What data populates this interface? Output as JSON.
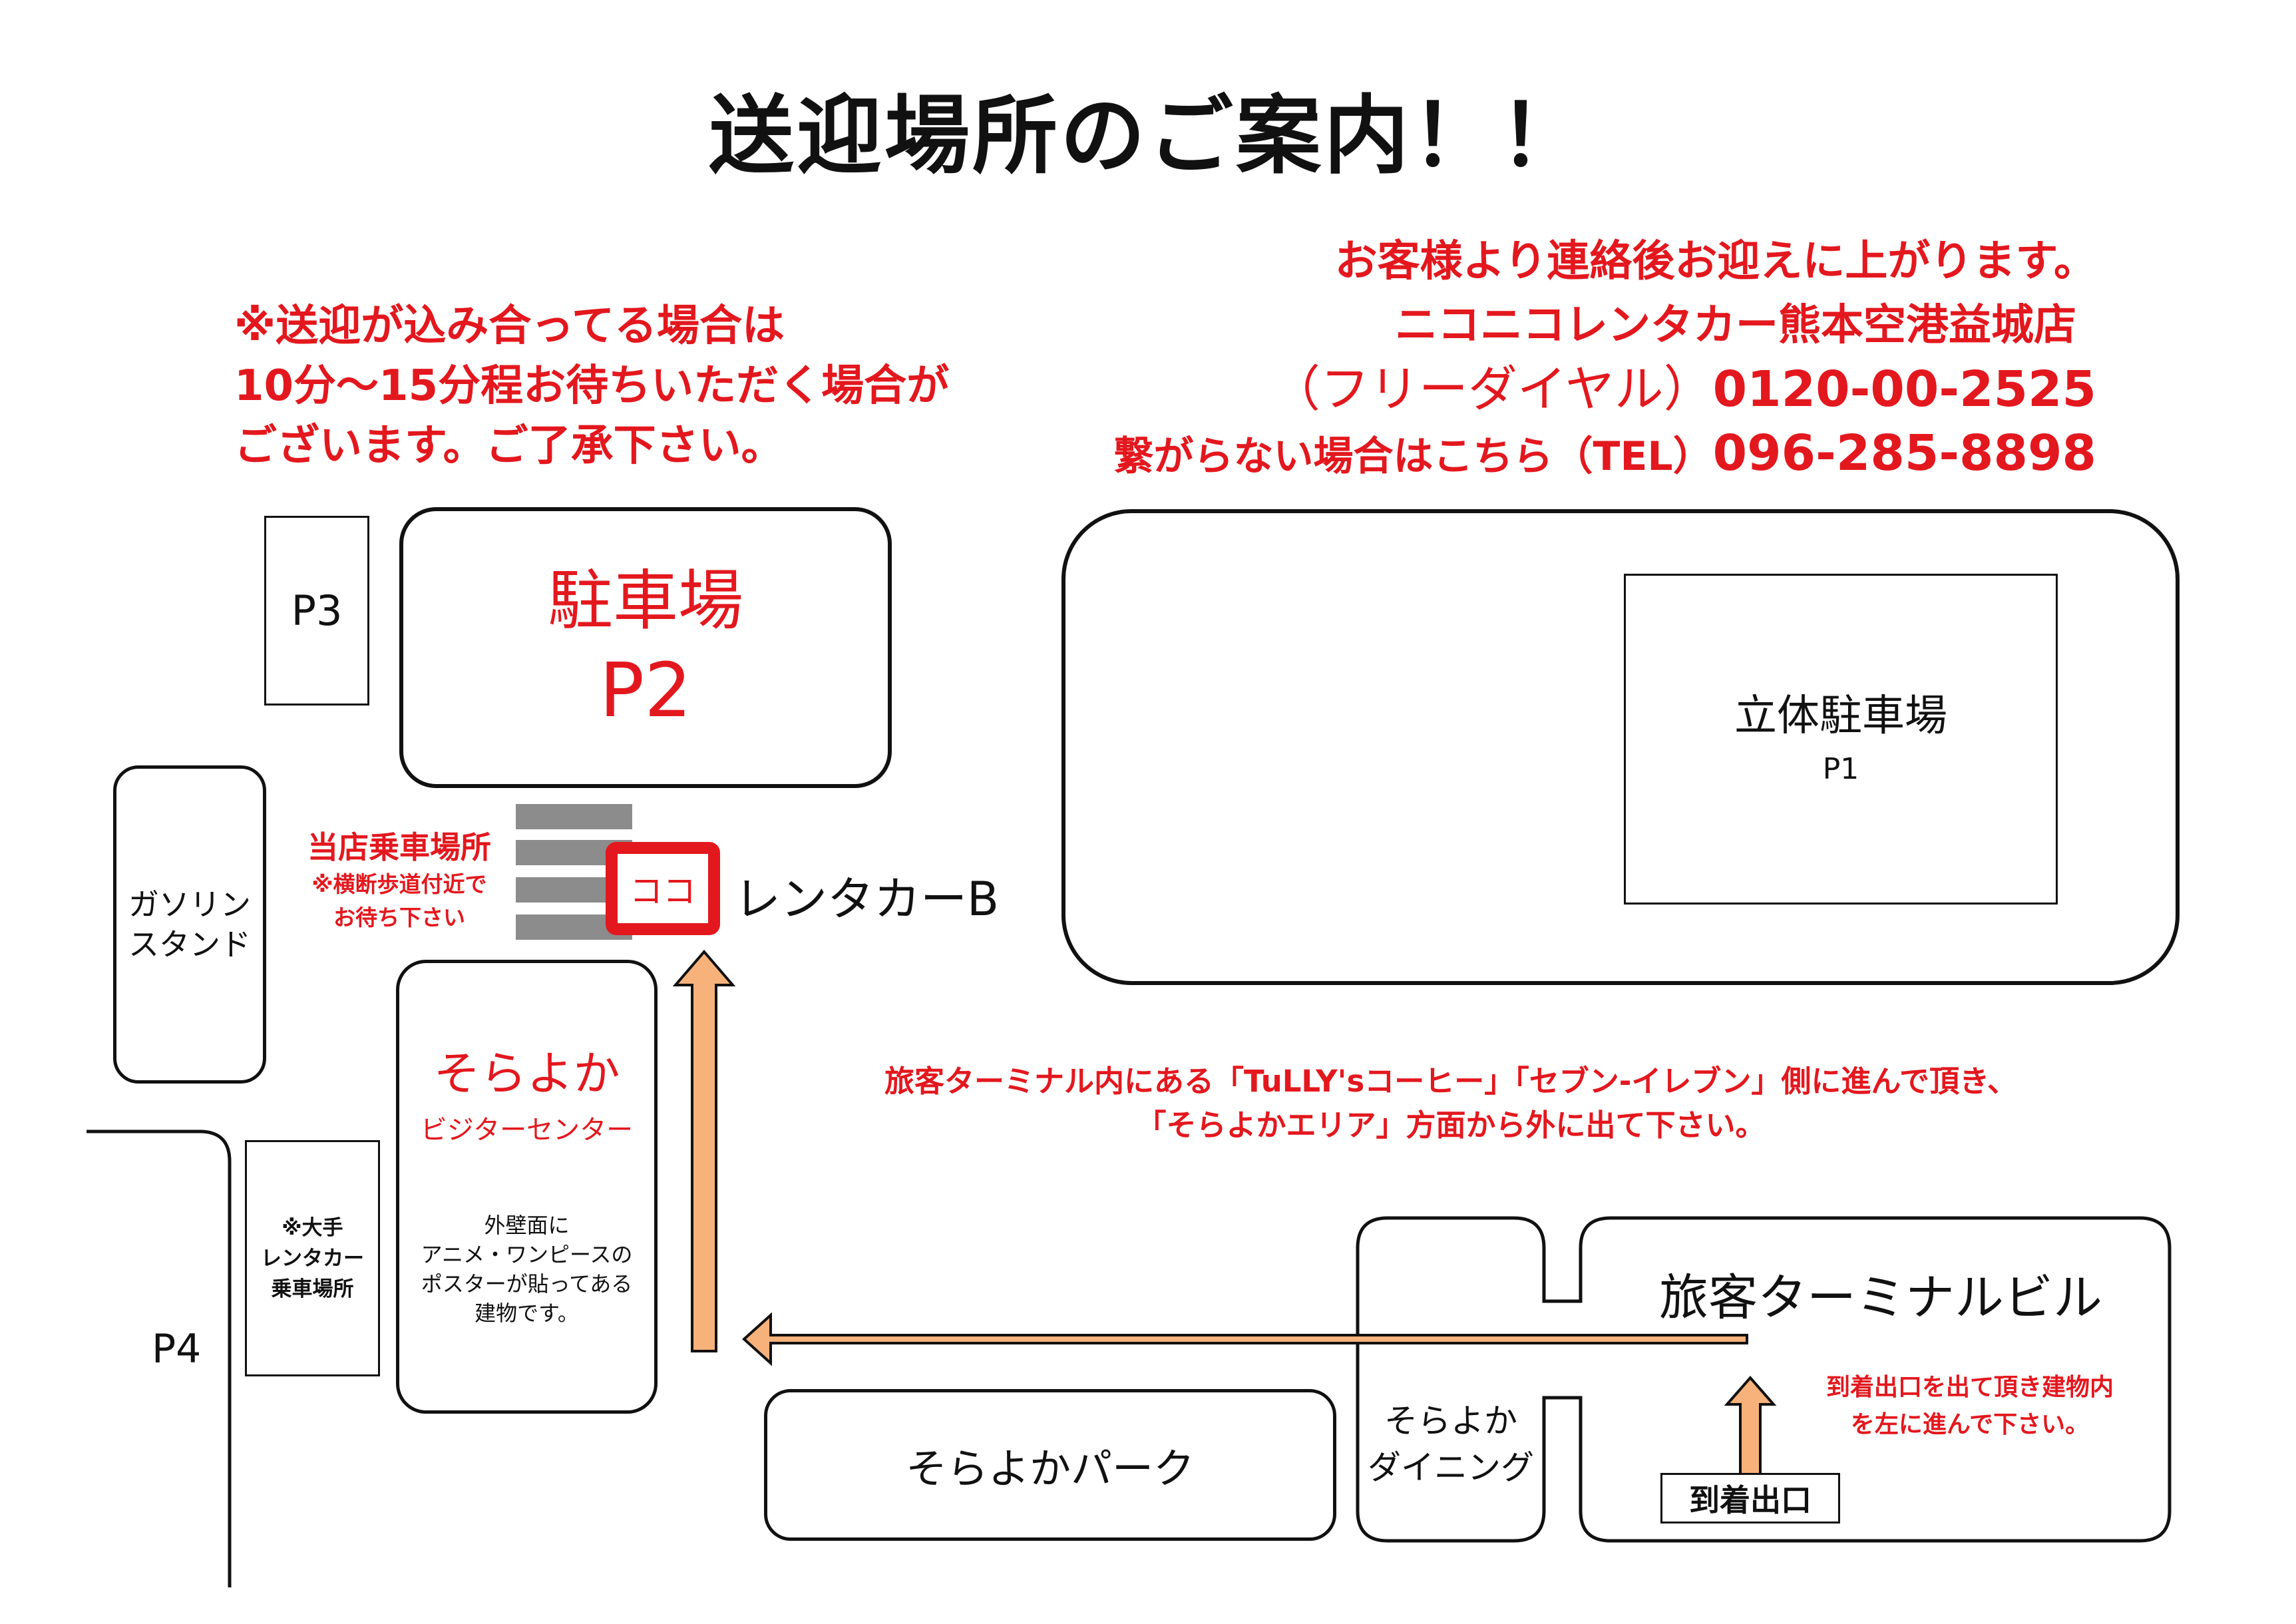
{
  "title": "送迎場所のご案内！！",
  "notice_left": {
    "lines": [
      "※送迎が込み合ってる場合は",
      "10分〜15分程お待ちいただく場合が",
      "ございます。ご了承下さい。"
    ]
  },
  "notice_right": {
    "line1": "お客様より連絡後お迎えに上がります。",
    "line2": "ニコニコレンタカー熊本空港益城店",
    "freedial_label": "（フリーダイヤル）",
    "freedial_number": "0120-00-2525",
    "tel_label": "繋がらない場合はこちら（TEL）",
    "tel_number": "096-285-8898"
  },
  "map": {
    "p3": "P3",
    "parking_p2": {
      "line1": "駐車場",
      "line2": "P2"
    },
    "parking_p1": {
      "name": "立体駐車場",
      "code": "P1"
    },
    "gas_station": {
      "line1": "ガソリン",
      "line2": "スタンド"
    },
    "boarding": {
      "title": "当店乗車場所",
      "note_line1": "※横断歩道付近で",
      "note_line2": "お待ち下さい"
    },
    "here_label": "ココ",
    "rental_b": "レンタカーB",
    "visitor_center": {
      "name": "そらよか",
      "sub": "ビジターセンター",
      "desc": [
        "外壁面に",
        "アニメ・ワンピースの",
        "ポスターが貼ってある",
        "建物です。"
      ]
    },
    "major_rental": [
      "※大手",
      "レンタカー",
      "乗車場所"
    ],
    "p4": "P4",
    "direction_note": {
      "line1": "旅客ターミナル内にある「TuLLY'sコーヒー」「セブン-イレブン」側に進んで頂き、",
      "line2": "「そらよかエリア」方面から外に出て下さい。"
    },
    "terminal": "旅客ターミナルビル",
    "arrival_note": {
      "line1": "到着出口を出て頂き建物内",
      "line2": "を左に進んで下さい。"
    },
    "arrival_exit": "到着出口",
    "soraka_park": "そらよかパーク",
    "soraka_dining": {
      "line1": "そらよか",
      "line2": "ダイニング"
    }
  },
  "colors": {
    "accent_red": "#e3181e",
    "arrow_fill": "#f6b27a",
    "crosswalk": "#8c8c8c"
  }
}
